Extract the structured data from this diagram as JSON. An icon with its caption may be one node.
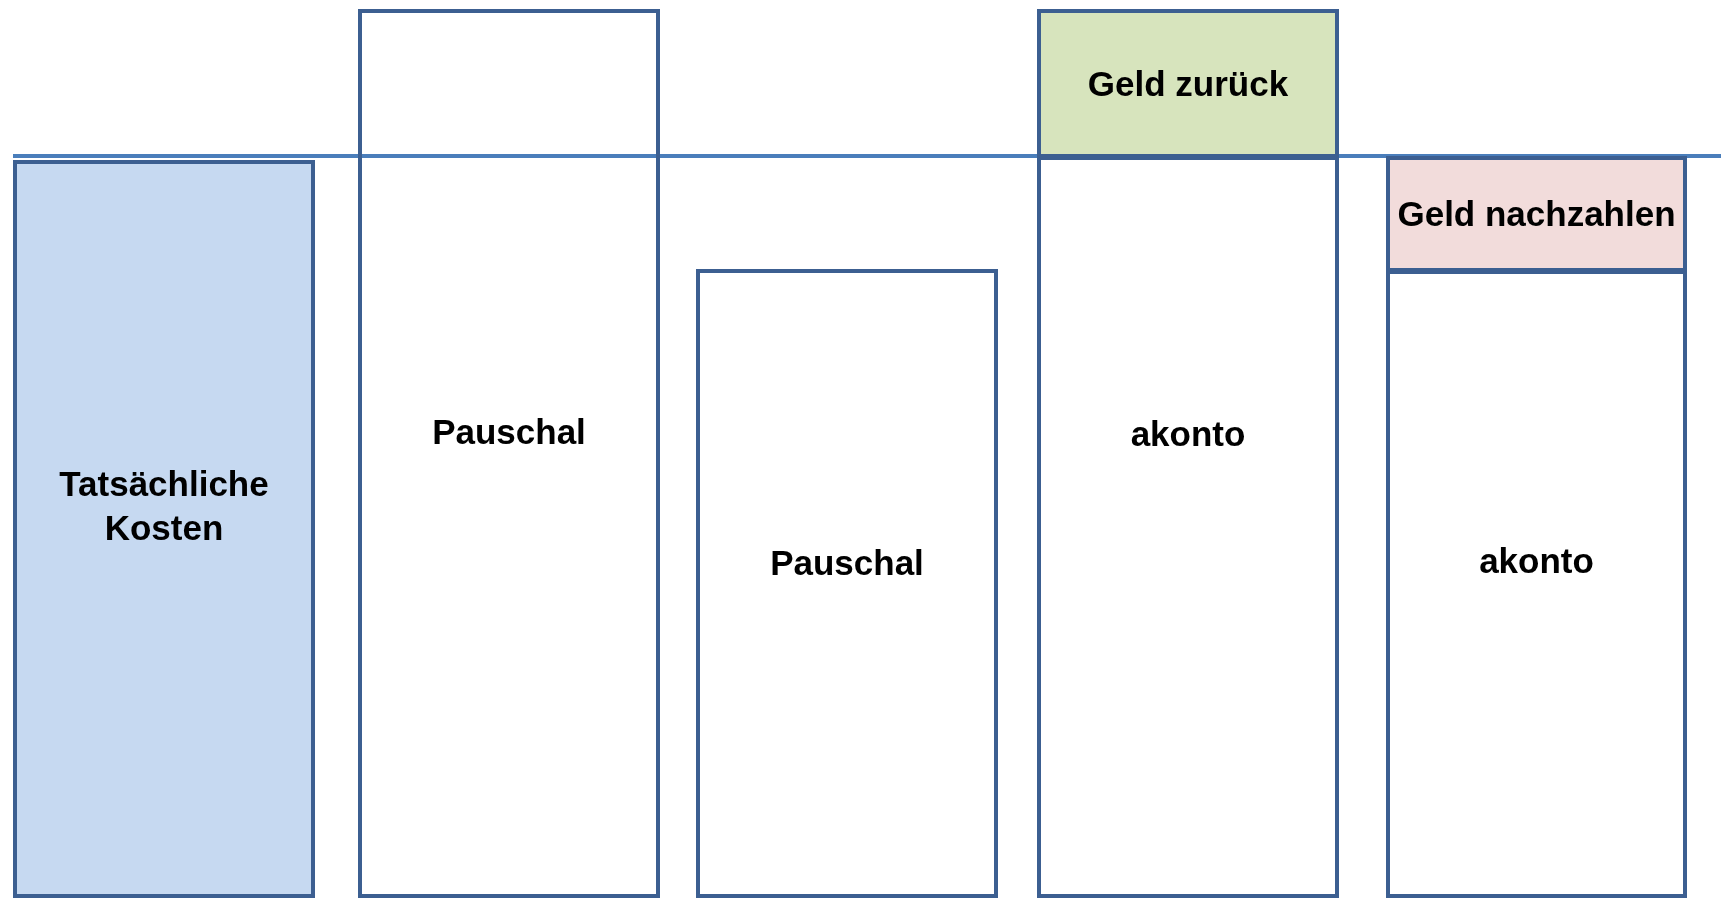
{
  "diagram": {
    "nodes": [
      {
        "text": [
          "Tatsächliche Kosten"
        ]
      },
      {
        "text": [
          "Pauschal"
        ]
      },
      {
        "text": [
          "Pauschal"
        ]
      },
      {
        "text": [
          "Geld zurück"
        ]
      },
      {
        "text": [
          "akonto"
        ]
      },
      {
        "text": [
          "Geld nachzahlen"
        ]
      },
      {
        "text": [
          "akonto"
        ]
      }
    ]
  }
}
